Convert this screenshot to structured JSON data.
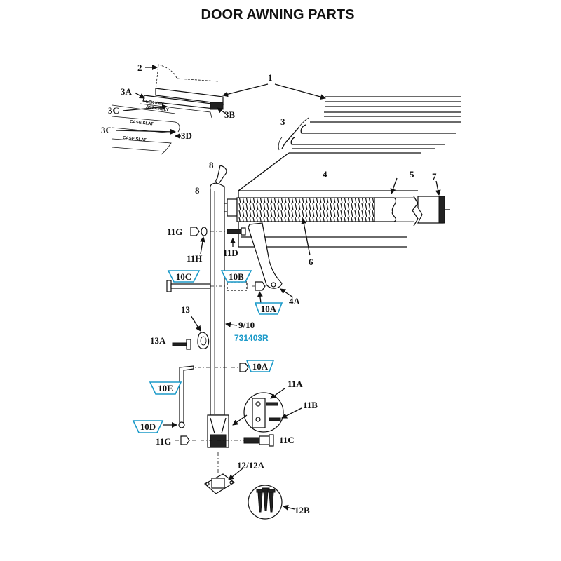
{
  "title": "DOOR AWNING PARTS",
  "small_text": {
    "flex_key_1": "FLEX KEY",
    "flex_key_2": "ASSEMBLY",
    "case_slat_1": "CASE SLAT",
    "case_slat_2": "CASE SLAT"
  },
  "labels": {
    "p1": "1",
    "p2": "2",
    "p3": "3",
    "p3a": "3A",
    "p3b": "3B",
    "p3c_1": "3C",
    "p3c_2": "3C",
    "p3d": "3D",
    "p4": "4",
    "p4a": "4A",
    "p5": "5",
    "p6": "6",
    "p7": "7",
    "p8_top": "8",
    "p8_mid": "8",
    "p9_10": "9/10",
    "p11a": "11A",
    "p11b": "11B",
    "p11c": "11C",
    "p11d": "11D",
    "p11g_top": "11G",
    "p11g_bottom": "11G",
    "p11h": "11H",
    "p12_12a": "12/12A",
    "p12b": "12B",
    "p13": "13",
    "p13a": "13A"
  },
  "highlight_labels": {
    "p10c": "10C",
    "p10b": "10B",
    "p10a_top": "10A",
    "p10a_mid": "10A",
    "p10e": "10E",
    "p10d": "10D"
  },
  "part_number": "731403R",
  "colors": {
    "highlight": "#1b9ac9",
    "ink": "#111111",
    "background": "#ffffff"
  }
}
